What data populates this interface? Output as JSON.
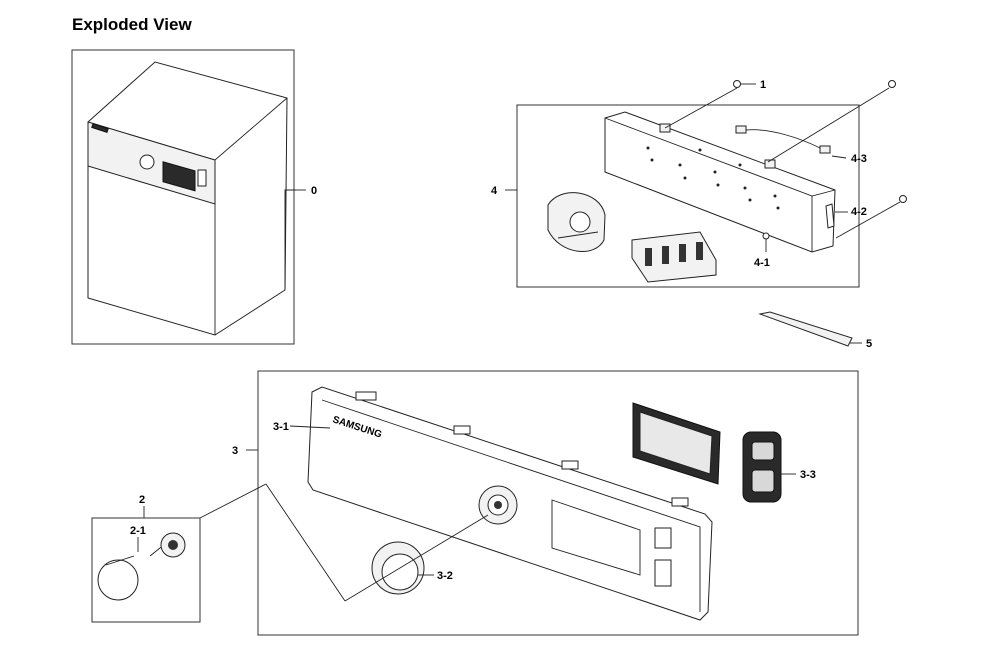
{
  "page": {
    "title": "Exploded View"
  },
  "parts": {
    "p0": "0",
    "p1": "1",
    "p2": "2",
    "p2_1": "2-1",
    "p3": "3",
    "p3_1": "3-1",
    "p3_2": "3-2",
    "p3_3": "3-3",
    "p4": "4",
    "p4_1": "4-1",
    "p4_2": "4-2",
    "p4_3": "4-3",
    "p5": "5"
  },
  "panel_text": {
    "brand": "SAMSUNG"
  }
}
